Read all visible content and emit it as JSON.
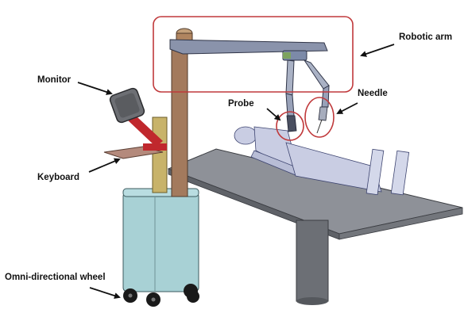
{
  "labels": {
    "robotic_arm": "Robotic arm",
    "monitor": "Monitor",
    "probe": "Probe",
    "needle": "Needle",
    "keyboard": "Keyboard",
    "omni_wheel": "Omni-directional wheel"
  },
  "colors": {
    "highlight_box": "#c0393b",
    "arrow": "#111111",
    "arm_beam": "#8a93ab",
    "column": "#a37a5d",
    "cart": "#a8d1d5",
    "table": "#8e9198",
    "table_leg": "#6c6f75",
    "patient": "#c9cde3",
    "mount_bracket": "#c0282d",
    "post": "#c8b36a",
    "keyboard": "#b48a7c",
    "monitor_screen": "#6d6f74",
    "wheel": "#1a1a1a"
  }
}
